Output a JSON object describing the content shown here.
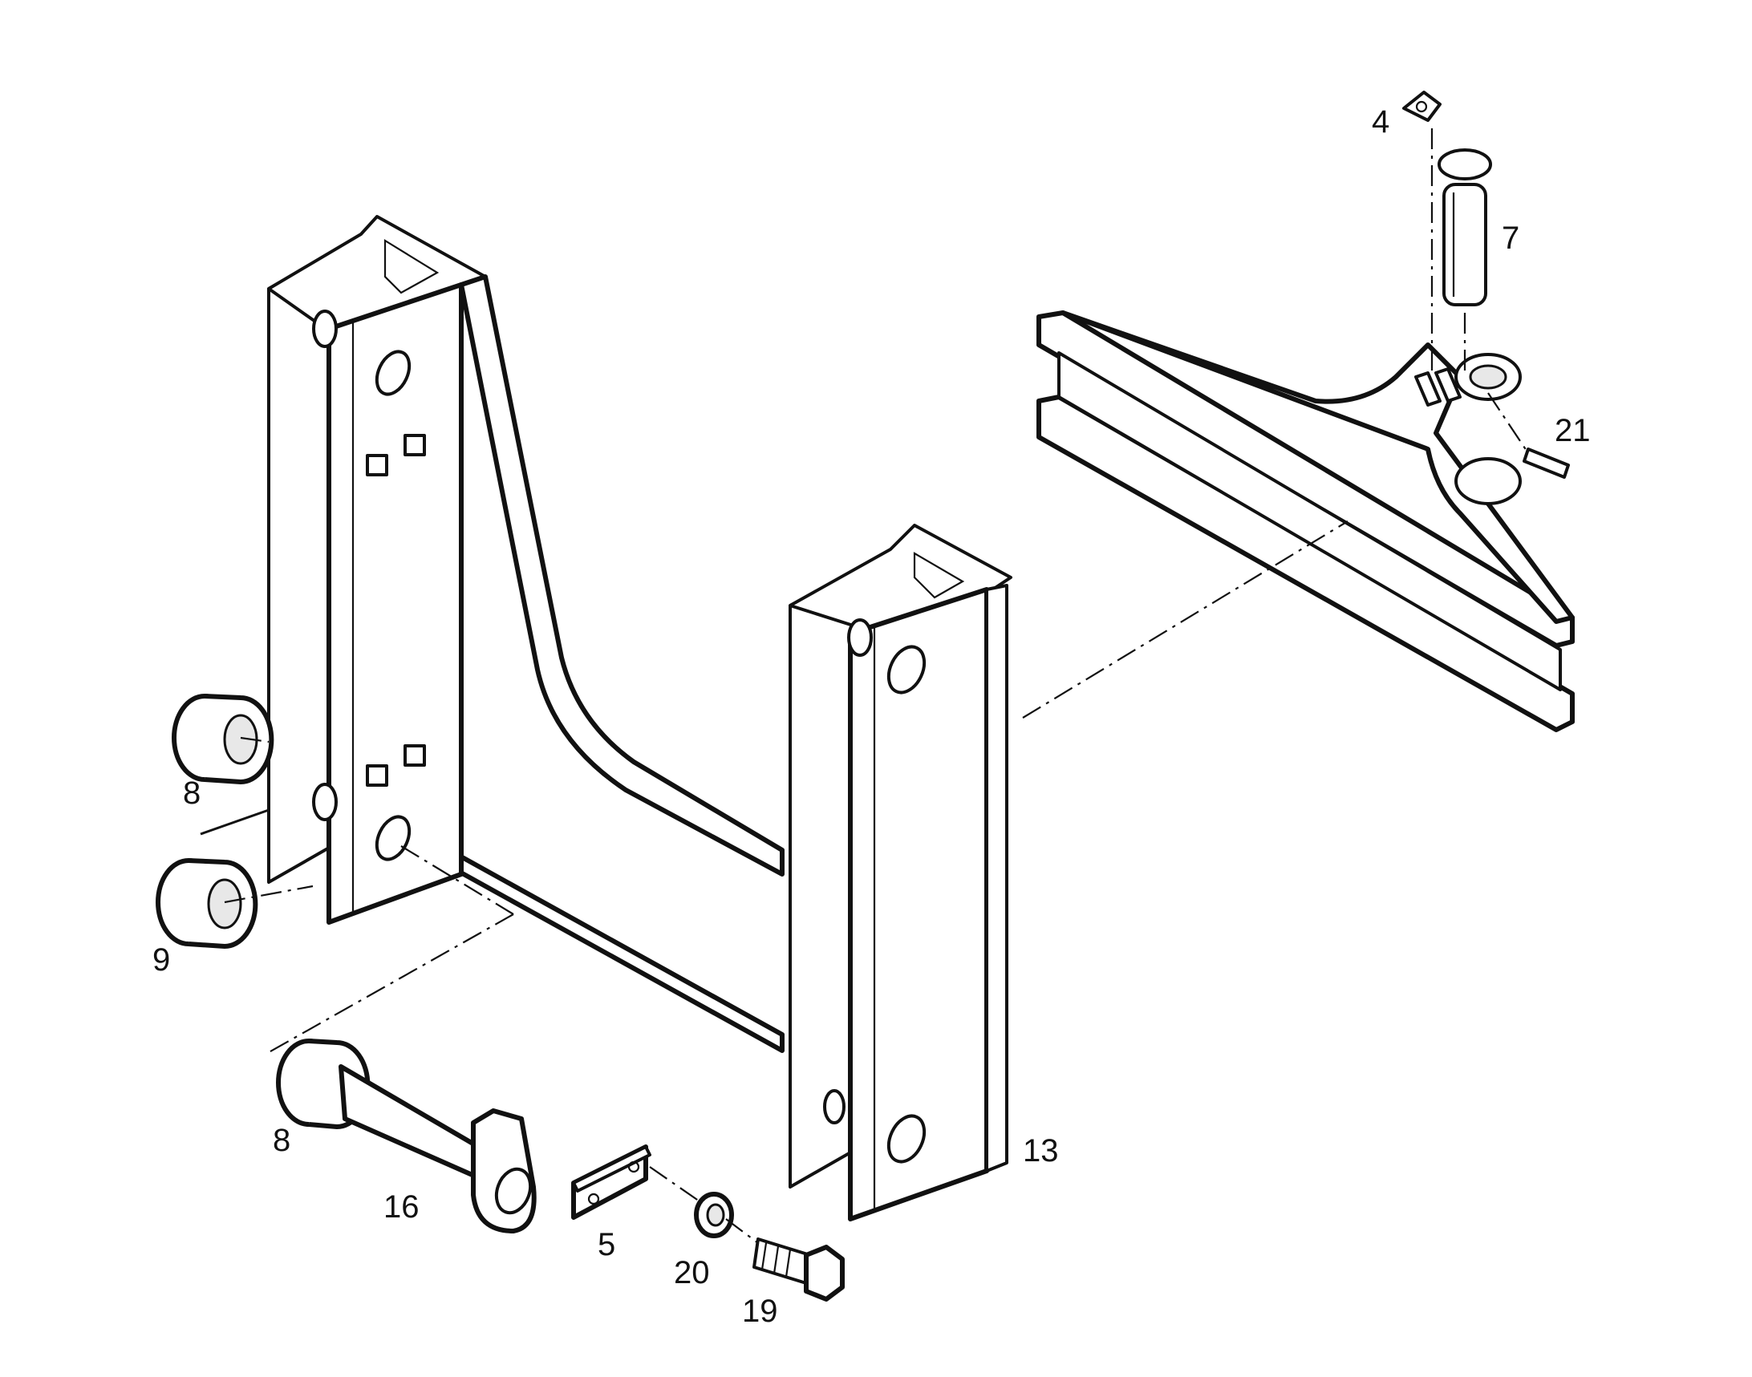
{
  "figure": {
    "callouts": [
      {
        "id": "c4",
        "label": "4"
      },
      {
        "id": "c7",
        "label": "7"
      },
      {
        "id": "c21",
        "label": "21"
      },
      {
        "id": "c8a",
        "label": "8"
      },
      {
        "id": "c9",
        "label": "9"
      },
      {
        "id": "c8b",
        "label": "8"
      },
      {
        "id": "c16",
        "label": "16"
      },
      {
        "id": "c5",
        "label": "5"
      },
      {
        "id": "c20",
        "label": "20"
      },
      {
        "id": "c19",
        "label": "19"
      },
      {
        "id": "c13",
        "label": "13"
      }
    ]
  }
}
